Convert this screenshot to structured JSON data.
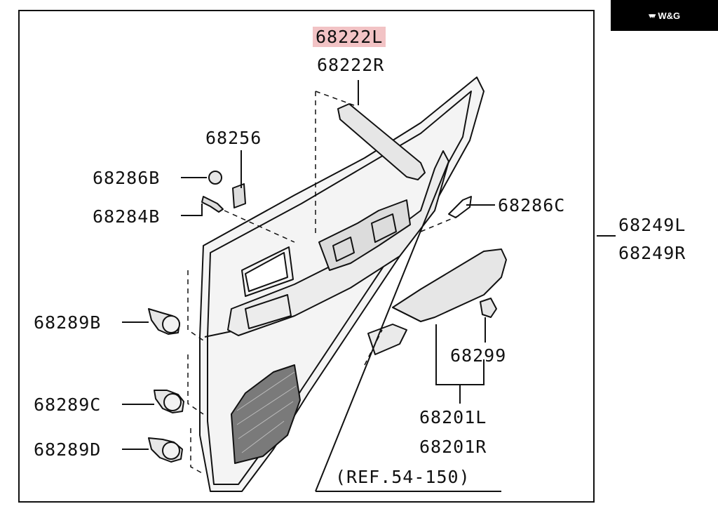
{
  "brand": {
    "logo_mark": "▾▾▾",
    "logo_text": "W&G"
  },
  "labels": {
    "p68222L": "68222L",
    "p68222R": "68222R",
    "p68256": "68256",
    "p68286B": "68286B",
    "p68284B": "68284B",
    "p68286C": "68286C",
    "p68249L": "68249L",
    "p68249R": "68249R",
    "p68289B": "68289B",
    "p68299": "68299",
    "p68289C": "68289C",
    "p68201L": "68201L",
    "p68201R": "68201R",
    "p68289D": "68289D",
    "ref": "(REF.54-150)"
  },
  "colors": {
    "highlight": "#f2c3c5",
    "line": "#111111",
    "part_fill": "#e6e6e6"
  }
}
